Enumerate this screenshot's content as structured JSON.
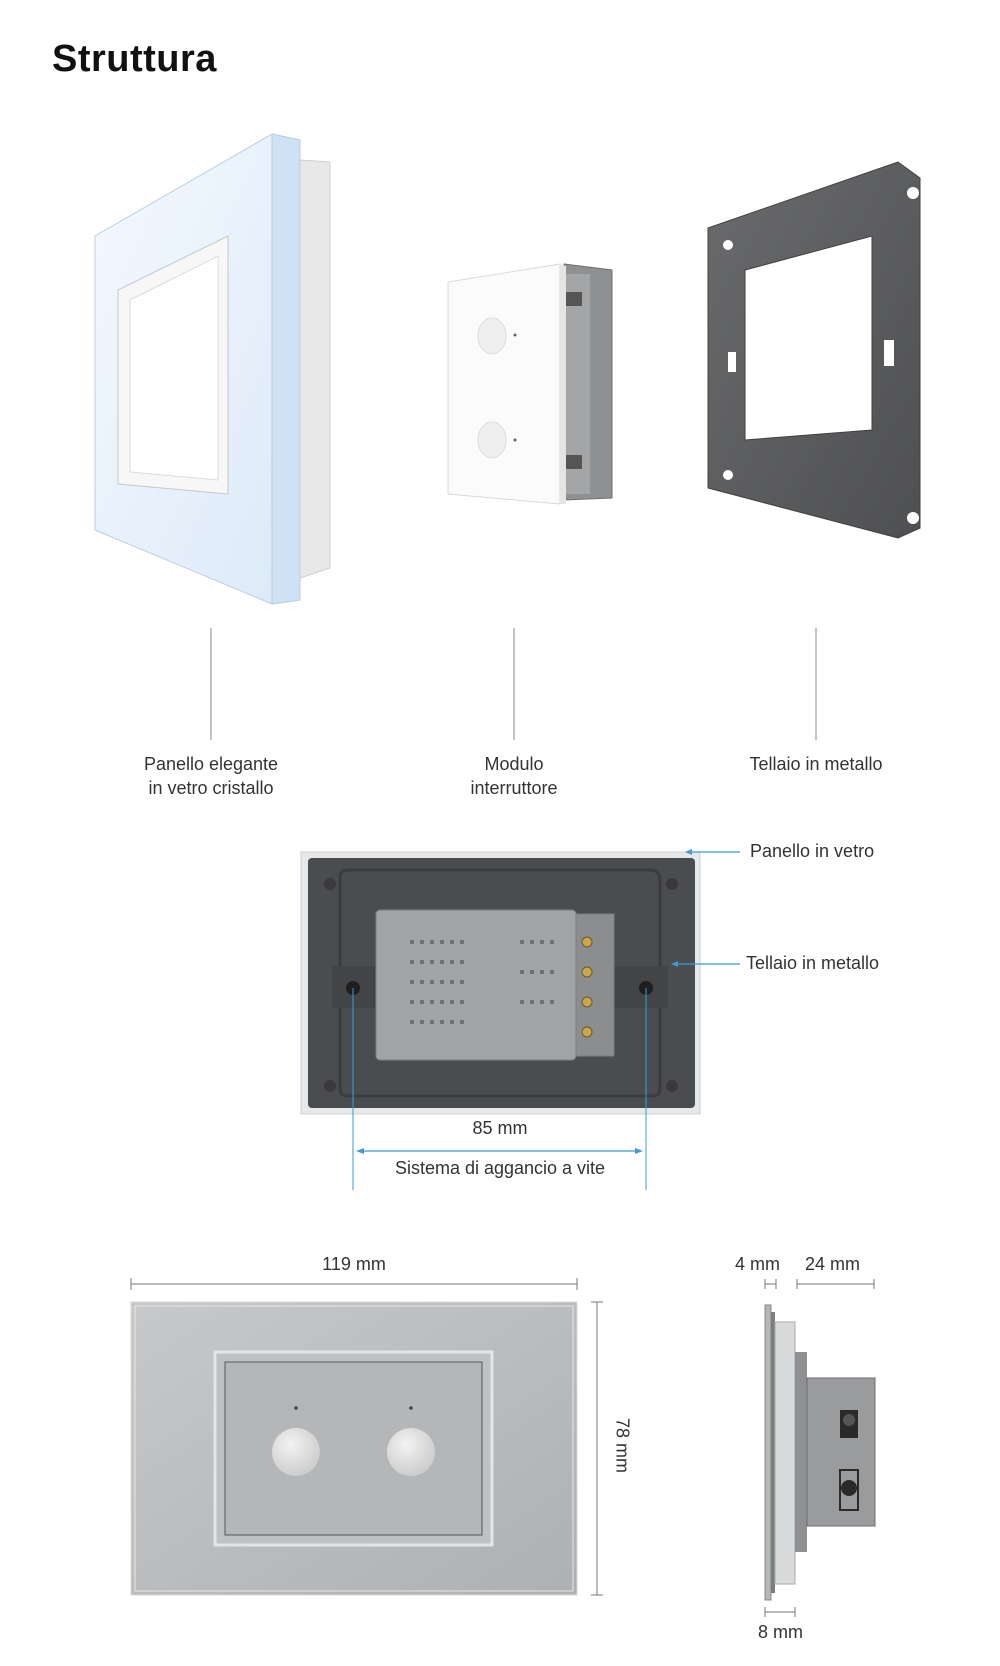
{
  "title": "Struttura",
  "components": [
    {
      "caption": "Panello elegante\nin vetro cristallo"
    },
    {
      "caption": "Modulo\ninterruttore"
    },
    {
      "caption": "Tellaio in metallo"
    }
  ],
  "back_view": {
    "glass_label": "Panello in vetro",
    "frame_label": "Tellaio in metallo",
    "spacing_label": "85 mm",
    "mount_label": "Sistema di aggancio a vite"
  },
  "dimensions": {
    "width": "119 mm",
    "height": "78 mm",
    "glass_thickness": "4 mm",
    "depth": "24 mm",
    "panel_depth": "8 mm"
  },
  "colors": {
    "glass_white": "#eaf3fc",
    "glass_gray": "#b9bbbd",
    "frame_metal": "#5c5d5e",
    "module_body": "#8e8f91",
    "accent_blue": "#3a9bd8"
  }
}
